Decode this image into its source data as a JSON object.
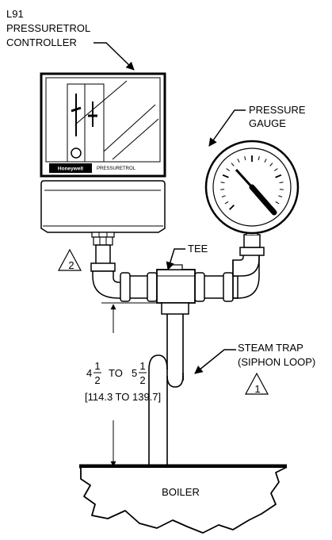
{
  "labels": {
    "controller_line1": "L91",
    "controller_line2": "PRESSURETROL",
    "controller_line3": "CONTROLLER",
    "gauge_line1": "PRESSURE",
    "gauge_line2": "GAUGE",
    "tee": "TEE",
    "steam_trap_line1": "STEAM TRAP",
    "steam_trap_line2": "(SIPHON LOOP)",
    "boiler": "BOILER",
    "brand": "Honeywell",
    "device_name": "PRESSURETROL"
  },
  "dimension": {
    "whole1": "4",
    "frac_num1": "1",
    "frac_den1": "2",
    "to": "TO",
    "whole2": "5",
    "frac_num2": "1",
    "frac_den2": "2",
    "metric": "[114.3 TO 139.7]"
  },
  "callouts": {
    "note_2": "2",
    "note_1": "1"
  }
}
